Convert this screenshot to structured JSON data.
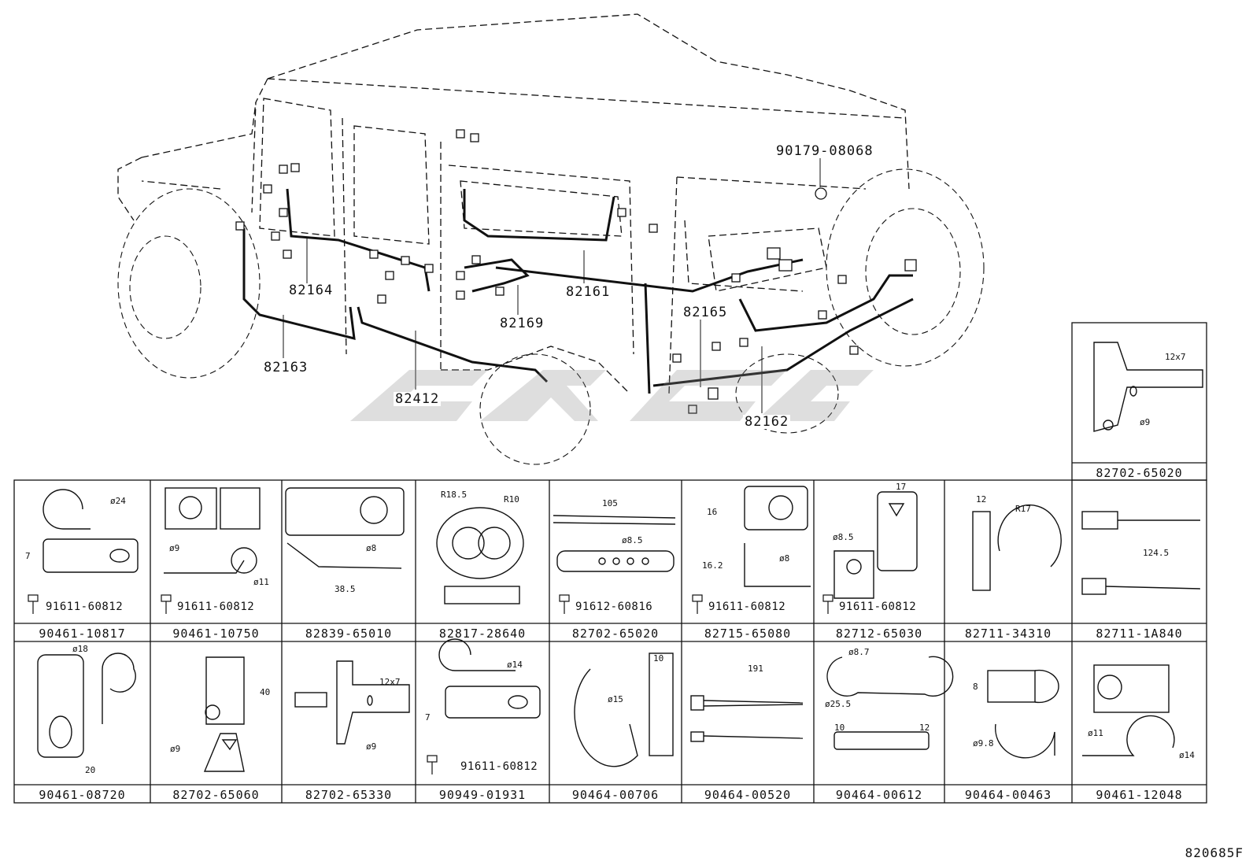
{
  "vehicle_callouts": [
    {
      "id": "82164"
    },
    {
      "id": "82163"
    },
    {
      "id": "82412"
    },
    {
      "id": "82169"
    },
    {
      "id": "82161"
    },
    {
      "id": "82165"
    },
    {
      "id": "82162"
    },
    {
      "id": "90179-08068"
    }
  ],
  "grid_row1": [
    {
      "part": "90461-10817",
      "bolt": "91611-60812",
      "dims": [
        "ø24",
        "7"
      ]
    },
    {
      "part": "90461-10750",
      "bolt": "91611-60812",
      "dims": [
        "ø9",
        "ø11"
      ]
    },
    {
      "part": "82839-65010",
      "dims": [
        "ø8",
        "38.5"
      ]
    },
    {
      "part": "82817-28640",
      "dims": [
        "R18.5",
        "R10"
      ]
    },
    {
      "part": "82702-65020",
      "bolt": "91612-60816",
      "dims": [
        "105",
        "ø8.5"
      ]
    },
    {
      "part": "82715-65080",
      "bolt": "91611-60812",
      "dims": [
        "16",
        "ø8",
        "16.2"
      ]
    },
    {
      "part": "82712-65030",
      "bolt": "91611-60812",
      "dims": [
        "17",
        "ø8.5"
      ]
    },
    {
      "part": "82711-34310",
      "dims": [
        "12",
        "R17"
      ]
    },
    {
      "part": "82711-1A840",
      "dims": [
        "124.5"
      ]
    }
  ],
  "grid_row2": [
    {
      "part": "90461-08720",
      "dims": [
        "ø18",
        "20"
      ]
    },
    {
      "part": "82702-65060",
      "dims": [
        "40",
        "ø9"
      ]
    },
    {
      "part": "82702-65330",
      "dims": [
        "12x7",
        "ø9"
      ]
    },
    {
      "part": "90949-01931",
      "bolt": "91611-60812",
      "dims": [
        "ø14",
        "7"
      ]
    },
    {
      "part": "90464-00706",
      "dims": [
        "10",
        "ø15"
      ]
    },
    {
      "part": "90464-00520",
      "dims": [
        "191"
      ]
    },
    {
      "part": "90464-00612",
      "dims": [
        "ø8.7",
        "ø25.5",
        "10",
        "12"
      ]
    },
    {
      "part": "90464-00463",
      "dims": [
        "8",
        "ø9.8"
      ]
    },
    {
      "part": "90461-12048",
      "dims": [
        "ø11",
        "ø14"
      ]
    }
  ],
  "top_cell": {
    "part": "82702-65020",
    "dims": [
      "12x7",
      "ø9"
    ]
  },
  "figure_code": "820685F",
  "colors": {
    "line": "#111111",
    "watermark": "#8a8a8a"
  }
}
